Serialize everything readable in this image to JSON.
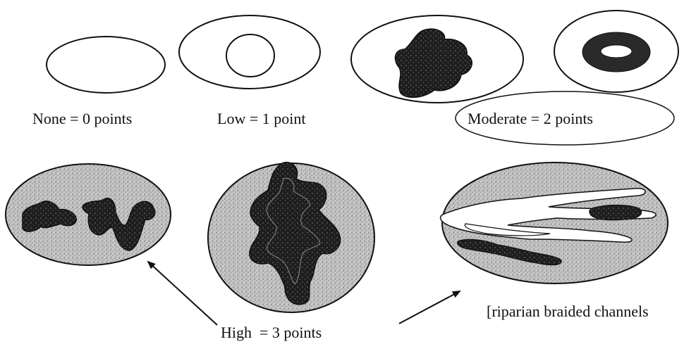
{
  "labels": {
    "none": "None = 0 points",
    "low": "Low = 1 point",
    "moderate": "Moderate = 2 points",
    "high": "High  = 3 points",
    "riparian": "[riparian braided channels"
  },
  "colors": {
    "stroke": "#111111",
    "background": "#ffffff",
    "stipple_fill": "#b8b8b8",
    "dark_fill": "#262626",
    "channel_fill": "#ffffff"
  }
}
